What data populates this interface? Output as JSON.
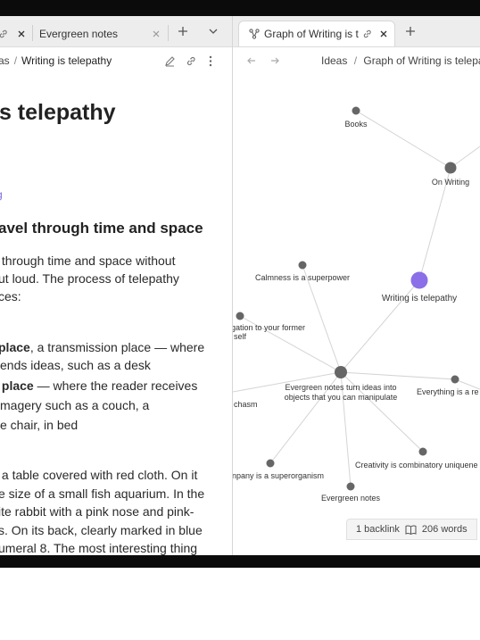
{
  "left_pane": {
    "tabs": [
      {
        "label": "Evergreen notes"
      }
    ],
    "breadcrumb": {
      "parent": "as",
      "separator": "/",
      "current": "Writing is telepathy"
    },
    "note": {
      "title": "is telepathy",
      "tag": "g",
      "heading": "avel through time and space",
      "paragraph": " through time and space without\nut loud. The process of telepathy\nces:",
      "list_item_1_bold": "place",
      "list_item_1_rest": ", a transmission place — where",
      "list_item_1_line2": "ends ideas, such as a desk",
      "list_item_2_bold": " place",
      "list_item_2_rest": " — where the reader receives",
      "list_item_2_line2": "magery such as a couch, a",
      "list_item_2_line3": "e chair, in bed",
      "story": " a table covered with red cloth. On it\ne size of a small fish aquarium. In the\nite rabbit with a pink nose and pink-\ns. On its back, clearly marked in blue\numeral 8. The most interesting thing"
    }
  },
  "right_pane": {
    "tab": {
      "label": "Graph of Writing is t"
    },
    "breadcrumb": {
      "parent": "Ideas",
      "separator": "/",
      "current": "Graph of Writing is telepat"
    },
    "graph": {
      "nodes": [
        {
          "id": "books",
          "label": "Books"
        },
        {
          "id": "on_writing",
          "label": "On Writing"
        },
        {
          "id": "calmness",
          "label": "Calmness is a superpower"
        },
        {
          "id": "writing_telepathy",
          "label": "Writing is telepathy"
        },
        {
          "id": "navigation",
          "label": "gation to your former\nself"
        },
        {
          "id": "evergreen_turn",
          "label": "Evergreen notes turn ideas into\nobjects that you can manipulate"
        },
        {
          "id": "everything",
          "label": "Everything is a re"
        },
        {
          "id": "chasm",
          "label": "chasm"
        },
        {
          "id": "company",
          "label": "npany is a superorganism"
        },
        {
          "id": "creativity",
          "label": "Creativity is combinatory uniquene"
        },
        {
          "id": "evergreen_notes",
          "label": "Evergreen notes"
        }
      ],
      "accent_color": "#8b6fe8"
    },
    "status": {
      "backlinks": "1 backlink",
      "words": "206 words"
    }
  }
}
